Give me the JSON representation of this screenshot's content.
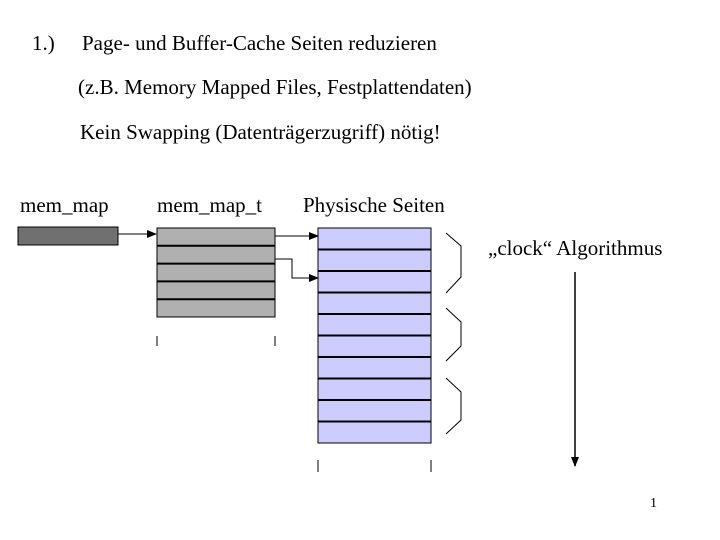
{
  "slide": {
    "item_number": "1.)",
    "heading": "Page- und Buffer-Cache Seiten reduzieren",
    "example_line": "(z.B. Memory Mapped Files, Festplattendaten)",
    "note_line": "Kein Swapping (Datenträgerzugriff) nötig!",
    "page_number": "1"
  },
  "diagram": {
    "labels": {
      "mem_map": "mem_map",
      "mem_map_t": "mem_map_t",
      "physical_pages": "Physische Seiten",
      "clock": "„clock“ Algorithmus"
    },
    "mem_map_t_rows": 5,
    "physical_page_rows": 10,
    "colors": {
      "mem_map_block": "#707070",
      "mem_map_t_block": "#b0b0b0",
      "physical_pages_block": "#ccccff",
      "line": "#000000"
    }
  }
}
